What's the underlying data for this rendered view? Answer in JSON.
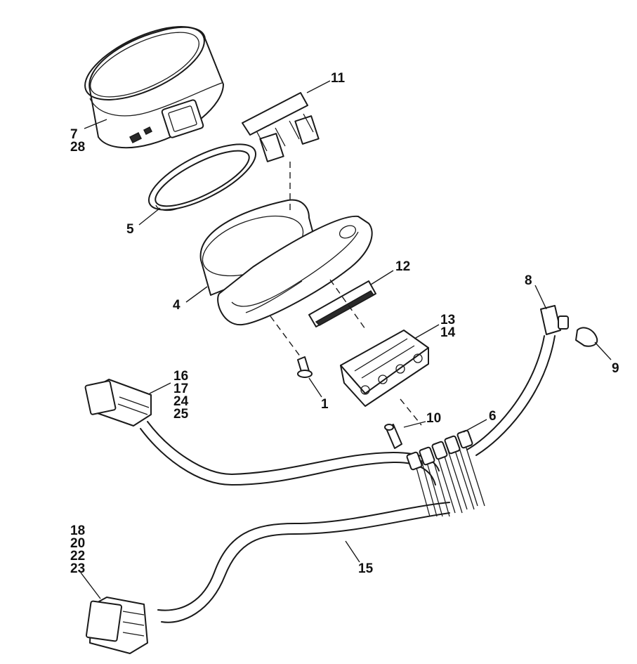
{
  "callouts": {
    "c1": "1",
    "c4": "4",
    "c5": "5",
    "c6": "6",
    "c7_28": [
      "7",
      "28"
    ],
    "c8": "8",
    "c9": "9",
    "c10": "10",
    "c11": "11",
    "c12": "12",
    "c13_14": [
      "13",
      "14"
    ],
    "c15": "15",
    "c16_25": [
      "16",
      "17",
      "24",
      "25"
    ],
    "c18_23": [
      "18",
      "20",
      "22",
      "23"
    ]
  }
}
